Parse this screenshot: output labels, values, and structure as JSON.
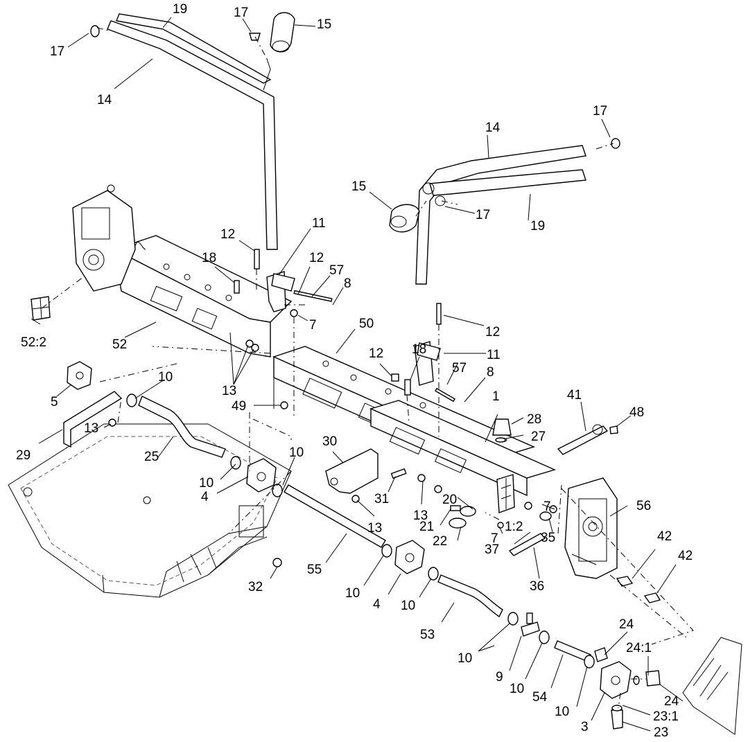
{
  "callouts": [
    {
      "id": "c19a",
      "text": "19"
    },
    {
      "id": "c17a",
      "text": "17"
    },
    {
      "id": "c15a",
      "text": "15"
    },
    {
      "id": "c17b",
      "text": "17"
    },
    {
      "id": "c14a",
      "text": "14"
    },
    {
      "id": "c17c",
      "text": "17"
    },
    {
      "id": "c14b",
      "text": "14"
    },
    {
      "id": "c15b",
      "text": "15"
    },
    {
      "id": "c17d",
      "text": "17"
    },
    {
      "id": "c19b",
      "text": "19"
    },
    {
      "id": "c12a",
      "text": "12"
    },
    {
      "id": "c11a",
      "text": "11"
    },
    {
      "id": "c18a",
      "text": "18"
    },
    {
      "id": "c12b",
      "text": "12"
    },
    {
      "id": "c57a",
      "text": "57"
    },
    {
      "id": "c8a",
      "text": "8"
    },
    {
      "id": "c7a",
      "text": "7"
    },
    {
      "id": "c52a",
      "text": "52:2"
    },
    {
      "id": "c52b",
      "text": "52"
    },
    {
      "id": "c50",
      "text": "50"
    },
    {
      "id": "c12c",
      "text": "12"
    },
    {
      "id": "c12d",
      "text": "12"
    },
    {
      "id": "c18b",
      "text": "18"
    },
    {
      "id": "c11b",
      "text": "11"
    },
    {
      "id": "c57b",
      "text": "57"
    },
    {
      "id": "c8b",
      "text": "8"
    },
    {
      "id": "c13a",
      "text": "13"
    },
    {
      "id": "c10a",
      "text": "10"
    },
    {
      "id": "c5",
      "text": "5"
    },
    {
      "id": "c49",
      "text": "49"
    },
    {
      "id": "c13b",
      "text": "13"
    },
    {
      "id": "c29",
      "text": "29"
    },
    {
      "id": "c25",
      "text": "25"
    },
    {
      "id": "c41",
      "text": "41"
    },
    {
      "id": "c48",
      "text": "48"
    },
    {
      "id": "c1a",
      "text": "1"
    },
    {
      "id": "c28",
      "text": "28"
    },
    {
      "id": "c27",
      "text": "27"
    },
    {
      "id": "c30",
      "text": "30"
    },
    {
      "id": "c10b",
      "text": "10"
    },
    {
      "id": "c10c",
      "text": "10"
    },
    {
      "id": "c4a",
      "text": "4"
    },
    {
      "id": "c31",
      "text": "31"
    },
    {
      "id": "c13c",
      "text": "13"
    },
    {
      "id": "c13d",
      "text": "13"
    },
    {
      "id": "c20",
      "text": "20"
    },
    {
      "id": "c7b",
      "text": "7"
    },
    {
      "id": "c56",
      "text": "56"
    },
    {
      "id": "c21",
      "text": "21"
    },
    {
      "id": "c22",
      "text": "22"
    },
    {
      "id": "c1b",
      "text": "1:2"
    },
    {
      "id": "c7c",
      "text": "7"
    },
    {
      "id": "c37",
      "text": "37"
    },
    {
      "id": "c35",
      "text": "35"
    },
    {
      "id": "c42a",
      "text": "42"
    },
    {
      "id": "c42b",
      "text": "42"
    },
    {
      "id": "c32",
      "text": "32"
    },
    {
      "id": "c55",
      "text": "55"
    },
    {
      "id": "c36",
      "text": "36"
    },
    {
      "id": "c10d",
      "text": "10"
    },
    {
      "id": "c4b",
      "text": "4"
    },
    {
      "id": "c10e",
      "text": "10"
    },
    {
      "id": "c53",
      "text": "53"
    },
    {
      "id": "c24a",
      "text": "24"
    },
    {
      "id": "c24b",
      "text": "24:1"
    },
    {
      "id": "c10f",
      "text": "10"
    },
    {
      "id": "c9",
      "text": "9"
    },
    {
      "id": "c10g",
      "text": "10"
    },
    {
      "id": "c54",
      "text": "54"
    },
    {
      "id": "c24c",
      "text": "24"
    },
    {
      "id": "c10h",
      "text": "10"
    },
    {
      "id": "c3",
      "text": "3"
    },
    {
      "id": "c23a",
      "text": "23:1"
    },
    {
      "id": "c23b",
      "text": "23"
    }
  ]
}
